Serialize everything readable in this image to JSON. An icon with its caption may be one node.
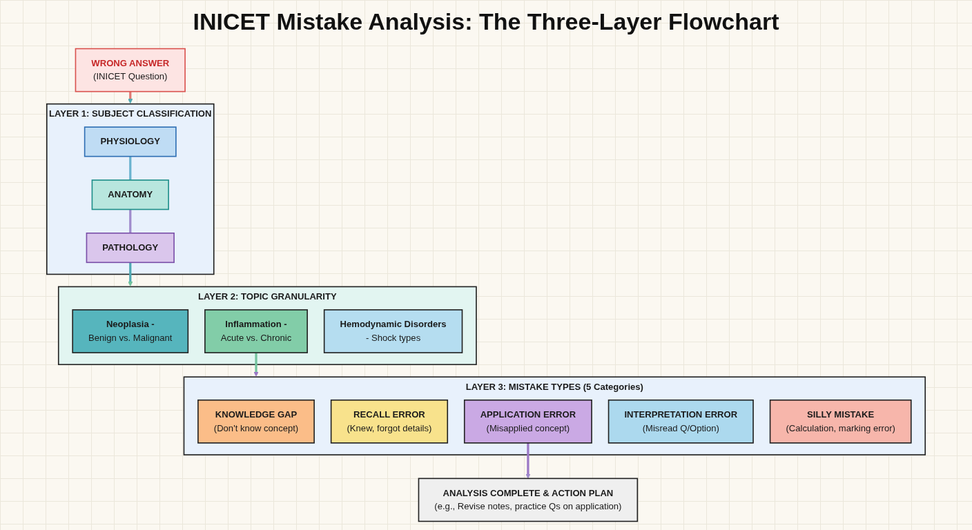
{
  "diagram": {
    "title": "INICET Mistake Analysis: The Three-Layer Flowchart",
    "nodes": [
      {
        "text": [
          "WRONG ANSWER",
          "(INICET Question)"
        ]
      },
      {
        "text": [
          "LAYER 1: SUBJECT CLASSIFICATION"
        ]
      },
      {
        "text": [
          "PHYSIOLOGY"
        ],
        "in": 1
      },
      {
        "text": [
          "ANATOMY"
        ],
        "in": 1
      },
      {
        "text": [
          "PATHOLOGY"
        ],
        "in": 1
      },
      {
        "text": [
          "LAYER 2: TOPIC GRANULARITY"
        ]
      },
      {
        "text": [
          "Neoplasia -",
          "Benign vs. Malignant"
        ],
        "in": 5
      },
      {
        "text": [
          "Inflammation -",
          "Acute vs. Chronic"
        ],
        "in": 5
      },
      {
        "text": [
          "Hemodynamic Disorders",
          "- Shock types"
        ],
        "in": 5
      },
      {
        "text": [
          "LAYER 3: MISTAKE TYPES (5 Categories)"
        ]
      },
      {
        "text": [
          "KNOWLEDGE GAP",
          "(Don't know concept)"
        ],
        "in": 9
      },
      {
        "text": [
          "RECALL ERROR",
          "(Knew, forgot details)"
        ],
        "in": 9
      },
      {
        "text": [
          "APPLICATION ERROR",
          "(Misapplied concept)"
        ],
        "in": 9
      },
      {
        "text": [
          "INTERPRETATION ERROR",
          "(Misread Q/Option)"
        ],
        "in": 9
      },
      {
        "text": [
          "SILLY MISTAKE",
          "(Calculation, marking error)"
        ],
        "in": 9
      },
      {
        "text": [
          "ANALYSIS COMPLETE & ACTION PLAN",
          "(e.g., Revise notes, practice Qs on application)"
        ]
      }
    ],
    "edges": [
      {
        "from": 0,
        "to": 1,
        "arrow": "to",
        "color": "#e07a74"
      },
      {
        "from": 2,
        "to": 3,
        "arrow": "none",
        "color": "#6bb3cf"
      },
      {
        "from": 3,
        "to": 4,
        "arrow": "none",
        "color": "#a08ccc"
      },
      {
        "from": 4,
        "to": 5,
        "arrow": "to",
        "color": "#4fa9b3"
      },
      {
        "from": 7,
        "to": 9,
        "arrow": "to",
        "color": "#72c39d"
      },
      {
        "from": 12,
        "to": 15,
        "arrow": "to",
        "color": "#9b78c6"
      }
    ]
  }
}
